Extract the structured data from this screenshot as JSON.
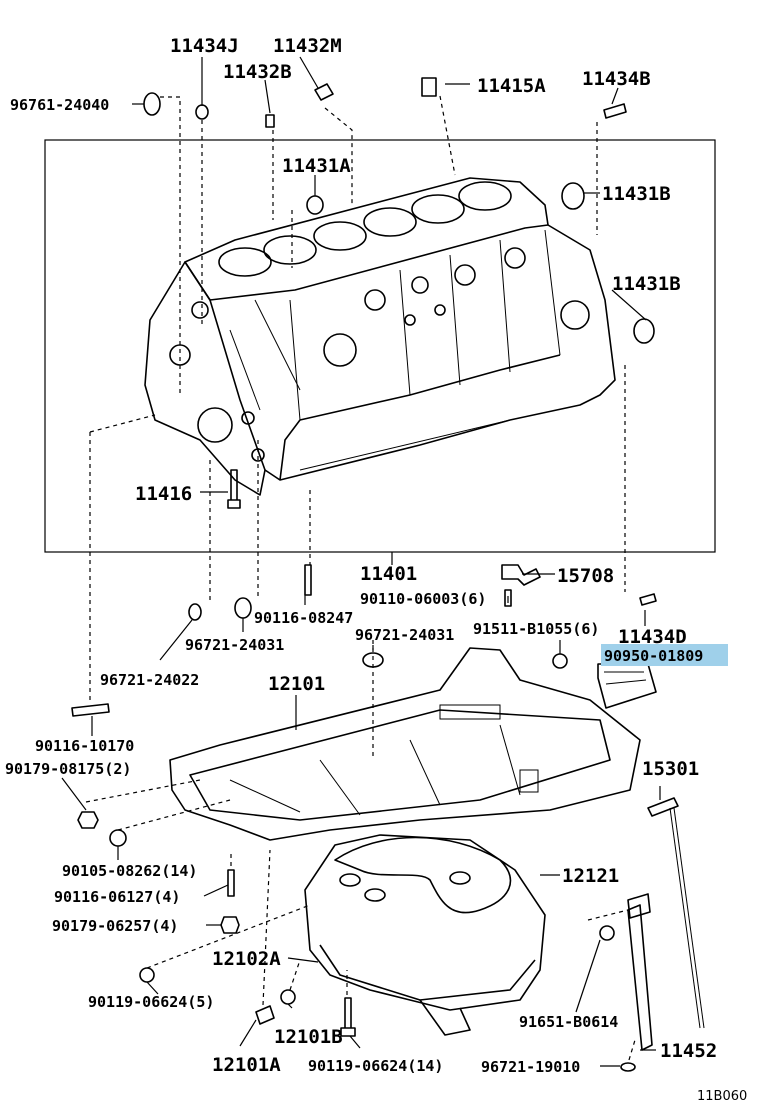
{
  "diagram": {
    "code": "11B060",
    "labels": [
      {
        "id": "11434J",
        "text": "11434J"
      },
      {
        "id": "11432M",
        "text": "11432M"
      },
      {
        "id": "11432B",
        "text": "11432B"
      },
      {
        "id": "96761-24040",
        "text": "96761-24040"
      },
      {
        "id": "11415A",
        "text": "11415A"
      },
      {
        "id": "11434B",
        "text": "11434B"
      },
      {
        "id": "11431A",
        "text": "11431A"
      },
      {
        "id": "11431B-top",
        "text": "11431B"
      },
      {
        "id": "11431B-mid",
        "text": "11431B"
      },
      {
        "id": "11416",
        "text": "11416"
      },
      {
        "id": "11401",
        "text": "11401"
      },
      {
        "id": "15708",
        "text": "15708"
      },
      {
        "id": "90110-06003",
        "text": "90110-06003(6)"
      },
      {
        "id": "90116-08247",
        "text": "90116-08247"
      },
      {
        "id": "96721-24031-a",
        "text": "96721-24031"
      },
      {
        "id": "96721-24031-b",
        "text": "96721-24031"
      },
      {
        "id": "91511-B1055",
        "text": "91511-B1055(6)"
      },
      {
        "id": "11434D",
        "text": "11434D"
      },
      {
        "id": "90950-01809",
        "text": "90950-01809",
        "highlighted": true
      },
      {
        "id": "96721-24022",
        "text": "96721-24022"
      },
      {
        "id": "12101",
        "text": "12101"
      },
      {
        "id": "90116-10170",
        "text": "90116-10170"
      },
      {
        "id": "90179-08175",
        "text": "90179-08175(2)"
      },
      {
        "id": "15301",
        "text": "15301"
      },
      {
        "id": "90105-08262",
        "text": "90105-08262(14)"
      },
      {
        "id": "90116-06127",
        "text": "90116-06127(4)"
      },
      {
        "id": "12121",
        "text": "12121"
      },
      {
        "id": "90179-06257",
        "text": "90179-06257(4)"
      },
      {
        "id": "12102A",
        "text": "12102A"
      },
      {
        "id": "90119-06624-5",
        "text": "90119-06624(5)"
      },
      {
        "id": "91651-B0614",
        "text": "91651-B0614"
      },
      {
        "id": "12101B",
        "text": "12101B"
      },
      {
        "id": "12101A",
        "text": "12101A"
      },
      {
        "id": "90119-06624-14",
        "text": "90119-06624(14)"
      },
      {
        "id": "96721-19010",
        "text": "96721-19010"
      },
      {
        "id": "11452",
        "text": "11452"
      }
    ]
  }
}
